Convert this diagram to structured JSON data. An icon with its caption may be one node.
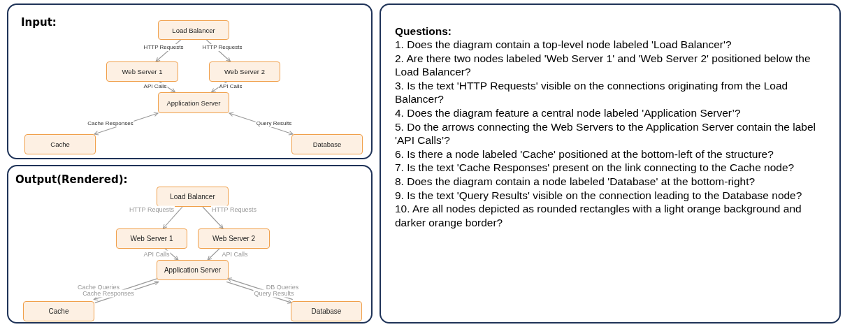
{
  "diagram": {
    "nodes": [
      {
        "text": [
          "Input:"
        ]
      },
      {
        "text": [
          "Load Balancer"
        ],
        "in": 0
      },
      {
        "text": [
          "Web Server 1"
        ],
        "in": 0
      },
      {
        "text": [
          "Web Server 2"
        ],
        "in": 0
      },
      {
        "text": [
          "Application Server"
        ],
        "in": 0
      },
      {
        "text": [
          "Cache"
        ],
        "in": 0
      },
      {
        "text": [
          "Database"
        ],
        "in": 0
      },
      {
        "text": [
          "Output(Rendered):"
        ]
      },
      {
        "text": [
          "Load Balancer"
        ],
        "in": 7
      },
      {
        "text": [
          "Web Server 1"
        ],
        "in": 7
      },
      {
        "text": [
          "Web Server 2"
        ],
        "in": 7
      },
      {
        "text": [
          "Application Server"
        ],
        "in": 7
      },
      {
        "text": [
          "Cache"
        ],
        "in": 7
      },
      {
        "text": [
          "Database"
        ],
        "in": 7
      },
      {
        "text": [
          "Questions:",
          "1. Does the diagram contain a top-level node labeled 'Load Balancer'?",
          "2. Are there two nodes labeled 'Web Server 1' and 'Web Server 2' positioned below the Load Balancer?",
          "3. Is the text 'HTTP Requests' visible on the connections originating from the Load Balancer?",
          "4. Does the diagram feature a central node labeled 'Application Server’?",
          "5. Do the arrows connecting the Web Servers to the Application Server contain the label 'API Calls’?",
          "6. Is there a node labeled 'Cache' positioned at the bottom-left of the structure?",
          "7. Is the text 'Cache Responses' present on the link connecting to the Cache node?",
          "8. Does the diagram contain a node labeled 'Database' at the bottom-right?",
          "9. Is the text 'Query Results' visible on the connection leading to the Database node?",
          "10. Are all nodes depicted as rounded rectangles with a light orange background and darker orange border?"
        ]
      }
    ],
    "edges": [
      {
        "from": 1,
        "to": 2,
        "arrow": "to",
        "label": "HTTP Requests"
      },
      {
        "from": 1,
        "to": 3,
        "arrow": "to",
        "label": "HTTP Requests"
      },
      {
        "from": 2,
        "to": 4,
        "arrow": "to",
        "label": "API Calls"
      },
      {
        "from": 3,
        "to": 4,
        "arrow": "to",
        "label": "API Calls"
      },
      {
        "from": 4,
        "to": 5,
        "arrow": "both",
        "label": "Cache Responses"
      },
      {
        "from": 4,
        "to": 6,
        "arrow": "both",
        "label": "Query Results"
      },
      {
        "from": 8,
        "to": 9,
        "arrow": "to",
        "label": "HTTP Requests"
      },
      {
        "from": 8,
        "to": 10,
        "arrow": "to",
        "label": "HTTP Requests"
      },
      {
        "from": 9,
        "to": 11,
        "arrow": "to",
        "label": "API Calls"
      },
      {
        "from": 10,
        "to": 11,
        "arrow": "to",
        "label": "API Calls"
      },
      {
        "from": 11,
        "to": 12,
        "arrow": "to",
        "label": "Cache Queries"
      },
      {
        "from": 12,
        "to": 11,
        "arrow": "to",
        "label": "Cache Responses"
      },
      {
        "from": 11,
        "to": 13,
        "arrow": "to",
        "label": "DB Queries"
      },
      {
        "from": 13,
        "to": 11,
        "arrow": "to",
        "label": "Query Results"
      }
    ]
  }
}
